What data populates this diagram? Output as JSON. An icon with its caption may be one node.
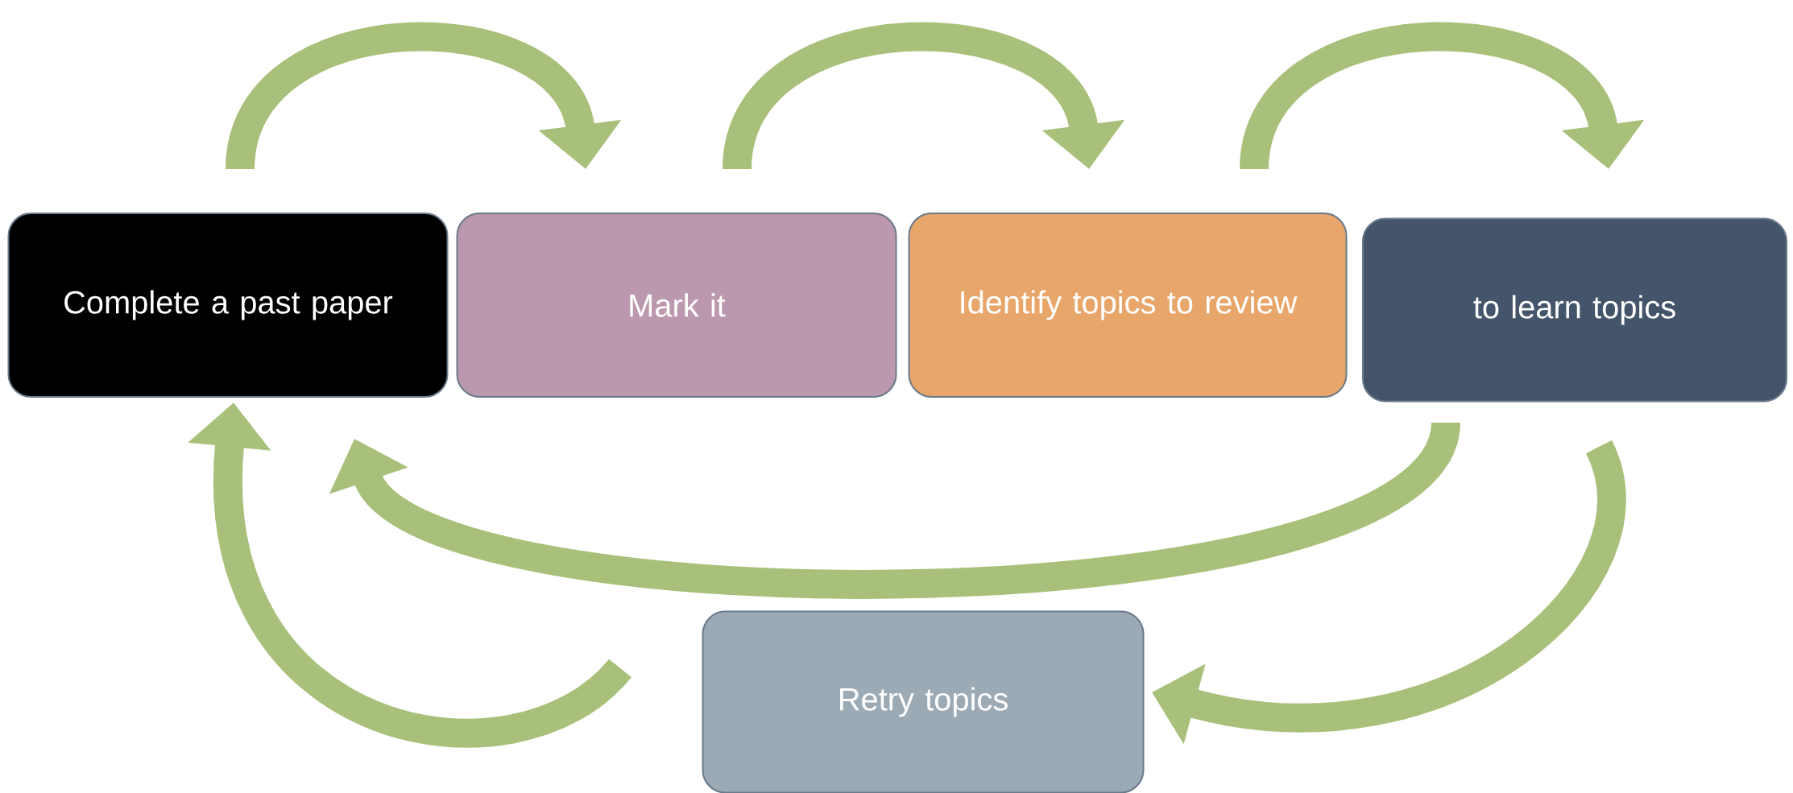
{
  "diagram": {
    "nodes": [
      {
        "text": [
          "Complete a past paper"
        ]
      },
      {
        "text": [
          "Mark it"
        ]
      },
      {
        "text": [
          "Identify topics to review"
        ]
      },
      {
        "text": [
          "to learn topics"
        ]
      },
      {
        "text": [
          "Retry topics"
        ]
      }
    ],
    "edges": [
      {
        "from": 0,
        "to": 1,
        "arrow": "to"
      },
      {
        "from": 1,
        "to": 2,
        "arrow": "to"
      },
      {
        "from": 2,
        "to": 3,
        "arrow": "to"
      },
      {
        "from": 3,
        "to": 0,
        "arrow": "to"
      },
      {
        "from": 3,
        "to": 4,
        "arrow": "to"
      },
      {
        "from": 4,
        "to": 0,
        "arrow": "to"
      }
    ]
  }
}
